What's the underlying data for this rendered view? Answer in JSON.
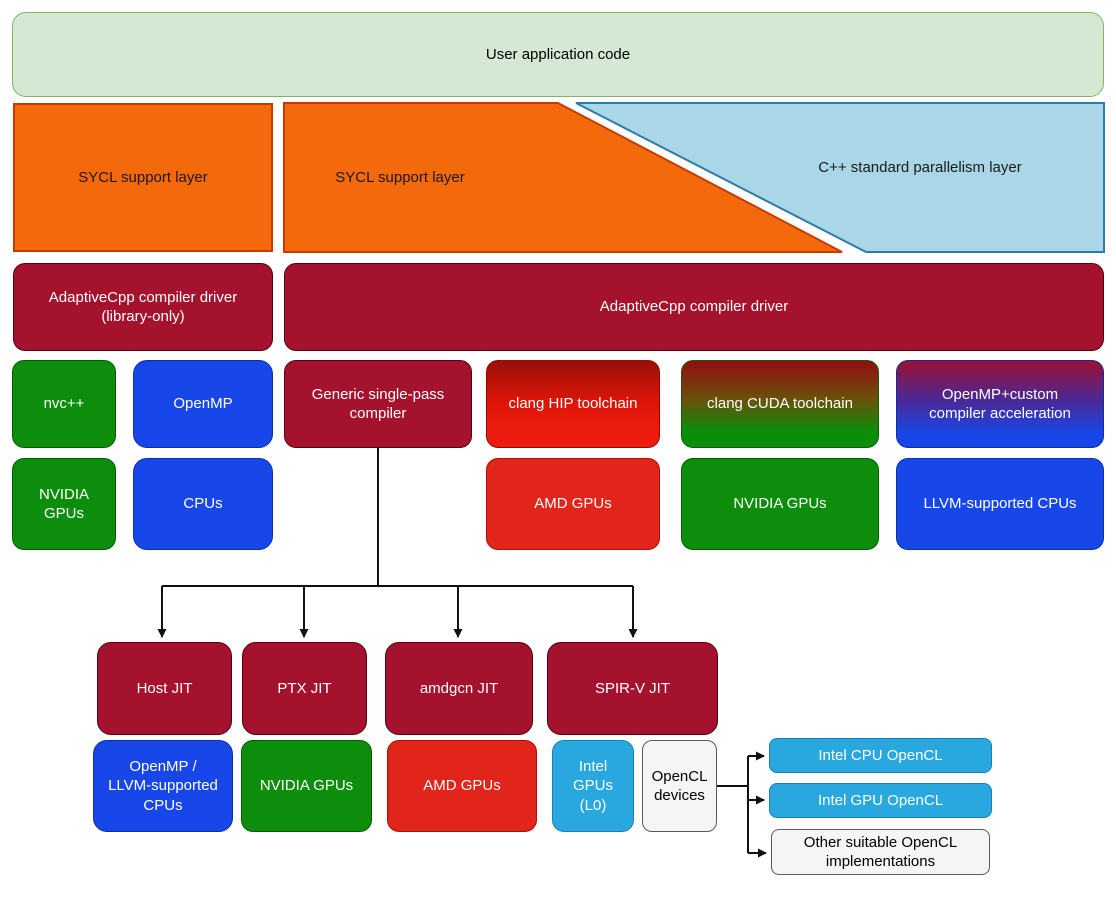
{
  "top": {
    "user_app": "User application code"
  },
  "support_layers": {
    "sycl_left": "SYCL support layer",
    "sycl_mid": "SYCL support layer",
    "cpp_std": "C++ standard parallelism layer"
  },
  "drivers": {
    "library_only": "AdaptiveCpp compiler driver\n(library-only)",
    "main": "AdaptiveCpp compiler driver"
  },
  "toolchains": {
    "nvcpp": "nvc++",
    "openmp": "OpenMP",
    "generic": "Generic single-pass\ncompiler",
    "clang_hip": "clang HIP toolchain",
    "clang_cuda": "clang CUDA toolchain",
    "openmp_custom": "OpenMP+custom\ncompiler acceleration"
  },
  "targets": {
    "nvidia_gpus": "NVIDIA\nGPUs",
    "cpus": "CPUs",
    "amd_gpus": "AMD GPUs",
    "nvidia_gpus_wide": "NVIDIA GPUs",
    "llvm_cpus": "LLVM-supported CPUs"
  },
  "jit": {
    "host": "Host JIT",
    "ptx": "PTX JIT",
    "amdgcn": "amdgcn JIT",
    "spirv": "SPIR-V JIT"
  },
  "jit_targets": {
    "openmp_llvm_cpus": "OpenMP /\nLLVM-supported\nCPUs",
    "nvidia_gpus": "NVIDIA GPUs",
    "amd_gpus": "AMD GPUs",
    "intel_gpus_l0": "Intel\nGPUs\n(L0)",
    "opencl_devices": "OpenCL\ndevices"
  },
  "opencl_impls": {
    "intel_cpu": "Intel CPU OpenCL",
    "intel_gpu": "Intel GPU OpenCL",
    "other": "Other suitable OpenCL\nimplementations"
  },
  "colors": {
    "user_app_fill": "#d5e8d4",
    "user_app_border": "#82b366",
    "orange": "#f5690d",
    "orange_border": "#c63b00",
    "light_blue": "#aad7e8",
    "light_blue_border": "#2d7ca3",
    "crimson": "#a5122d",
    "crimson_border": "#55000e",
    "green": "#0c8d0c",
    "green_border": "#005e00",
    "blue": "#1747e8",
    "blue_border": "#0b2fa8",
    "red": "#e1251b",
    "red_border": "#a81000",
    "cyan": "#29a8e0",
    "cyan_border": "#1b7fb8",
    "gray_fill": "#f5f5f5",
    "gray_border": "#5a5a5a",
    "line": "#111111"
  }
}
